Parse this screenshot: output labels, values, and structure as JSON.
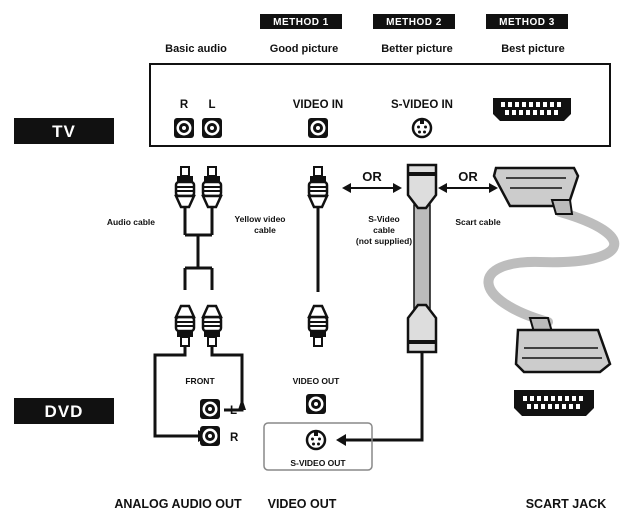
{
  "methods": [
    {
      "tag": "METHOD 1",
      "heading": "Good picture"
    },
    {
      "tag": "METHOD 2",
      "heading": "Better picture"
    },
    {
      "tag": "METHOD 3",
      "heading": "Best picture"
    }
  ],
  "basic_audio_heading": "Basic audio",
  "tv": {
    "label": "TV",
    "audio_r": "R",
    "audio_l": "L",
    "video_in": "VIDEO IN",
    "svideo_in": "S-VIDEO IN"
  },
  "cables": {
    "or_1": "OR",
    "or_2": "OR",
    "audio": "Audio cable",
    "yellow_video": [
      "Yellow video",
      "cable"
    ],
    "svideo": [
      "S-Video",
      "cable",
      "(not supplied)"
    ],
    "scart": "Scart cable"
  },
  "dvd": {
    "label": "DVD",
    "front": "FRONT",
    "audio_l": "L",
    "audio_r": "R",
    "video_out": "VIDEO OUT",
    "svideo_out": "S-VIDEO OUT"
  },
  "bottom_labels": {
    "analog_audio_out": "ANALOG AUDIO OUT",
    "video_out": "VIDEO OUT",
    "scart_jack": "SCART JACK"
  }
}
